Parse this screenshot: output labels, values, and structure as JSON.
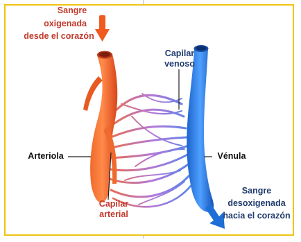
{
  "labels": {
    "oxygenated": [
      "Sangre",
      "oxigenada",
      "desde el corazón"
    ],
    "venous_capillary": [
      "Capilar",
      "venoso"
    ],
    "arteriole": "Arteriola",
    "venule": "Vénula",
    "arterial_capillary": [
      "Capilar",
      "arterial"
    ],
    "deoxygenated": [
      "Sangre",
      "desoxigenada",
      "hacia el corazón"
    ]
  },
  "colors": {
    "frame": "#f2c311",
    "artery": "#e8541e",
    "vein": "#1e6ed6",
    "capillary_mix": "#b07ad8",
    "oxygenated_text": "#c0392b",
    "deoxygenated_text": "#1f3a6e"
  },
  "icons": {
    "inflow_arrow": "down-arrow-orange",
    "outflow_arrow": "down-right-arrow-blue"
  }
}
